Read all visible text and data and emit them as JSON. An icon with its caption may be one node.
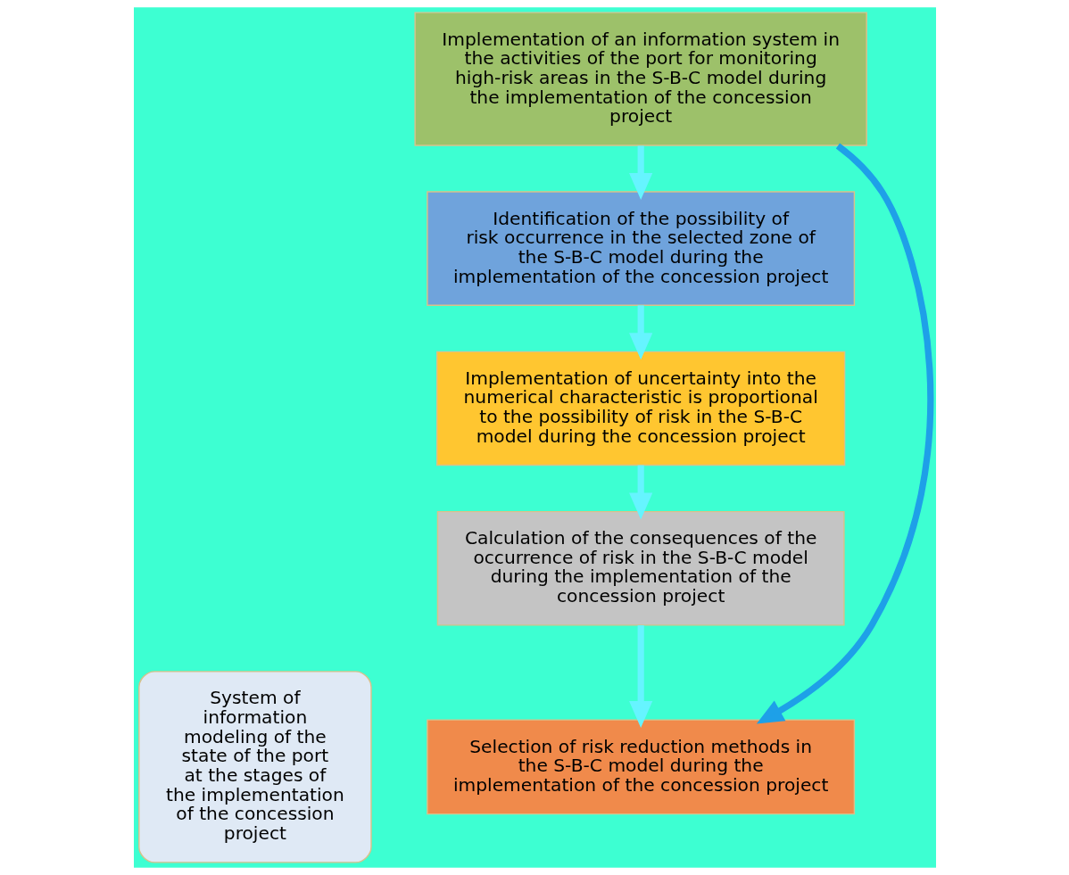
{
  "diagram": {
    "nodes": [
      {
        "text": [
          "Implementation of an information system in the activities of the port for monitoring high-risk areas in the S-B-C model during the implementation of the concession project"
        ]
      },
      {
        "text": [
          "Identification of the possibility of risk occurrence in the selected zone of the S-B-C model during the implementation of the concession project"
        ]
      },
      {
        "text": [
          "Implementation of uncertainty into the numerical characteristic is proportional to the possibility of risk in the S-B-C model during the concession project"
        ]
      },
      {
        "text": [
          "Calculation of the consequences of the occurrence of risk in the S-B-C model during the implementation of the concession project"
        ]
      },
      {
        "text": [
          "Selection of risk reduction methods in the S-B-C model during the implementation of the concession project"
        ]
      },
      {
        "text": [
          "System of information modeling of the state of the port at the stages of the implementation of the concession project"
        ]
      }
    ],
    "edges": [
      {
        "from": 0,
        "to": 1,
        "arrow": "to"
      },
      {
        "from": 1,
        "to": 2,
        "arrow": "to"
      },
      {
        "from": 2,
        "to": 3,
        "arrow": "to"
      },
      {
        "from": 3,
        "to": 4,
        "arrow": "to"
      },
      {
        "from": 0,
        "to": 4,
        "arrow": "to",
        "color": "#1ea0e8"
      }
    ]
  }
}
